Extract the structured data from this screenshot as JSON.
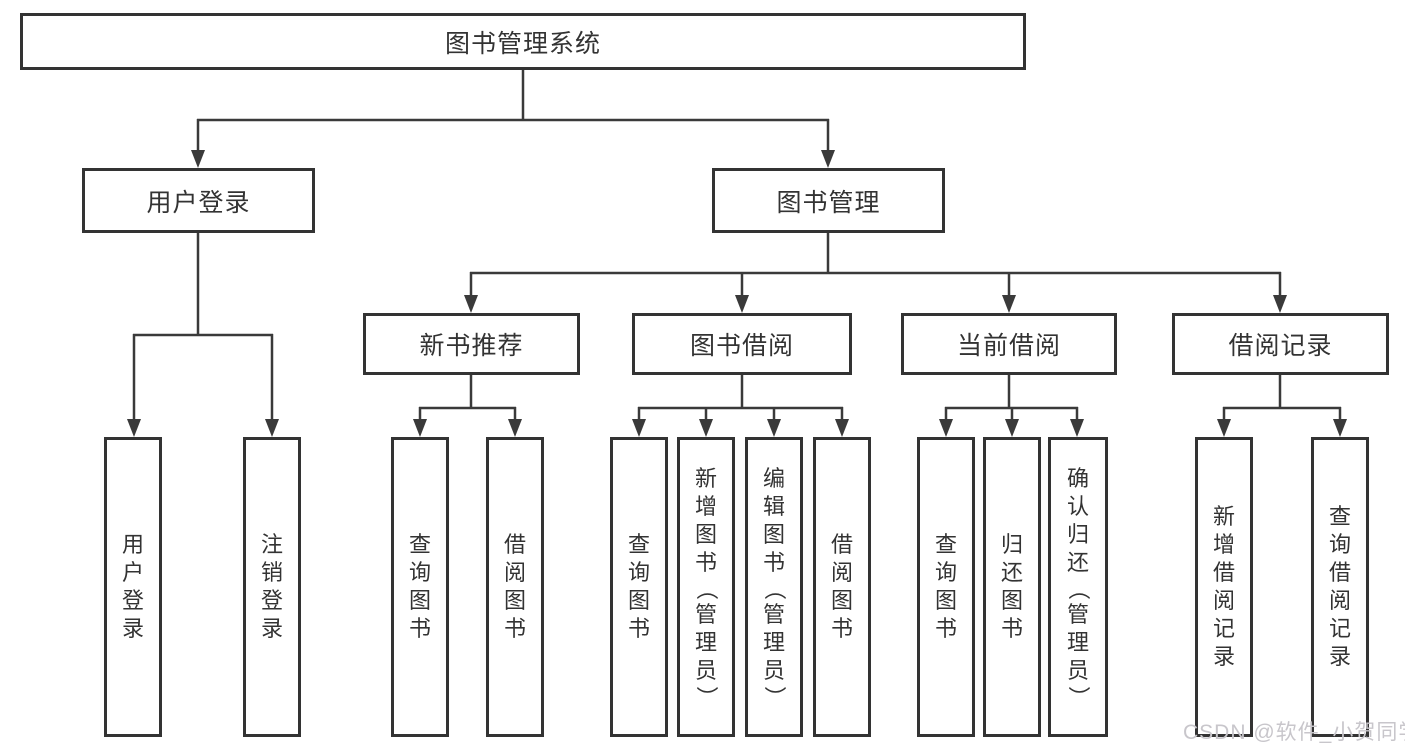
{
  "diagram": {
    "root": "图书管理系统",
    "level2": [
      "用户登录",
      "图书管理"
    ],
    "level3": [
      "新书推荐",
      "图书借阅",
      "当前借阅",
      "借阅记录"
    ],
    "leaves": {
      "login": [
        "用户登录",
        "注销登录"
      ],
      "recommend": [
        "查询图书",
        "借阅图书"
      ],
      "borrow": [
        "查询图书",
        "新增图书（管理员）",
        "编辑图书（管理员）",
        "借阅图书"
      ],
      "current": [
        "查询图书",
        "归还图书",
        "确认归还（管理员）"
      ],
      "record": [
        "新增借阅记录",
        "查询借阅记录"
      ]
    }
  },
  "watermark": "CSDN @软件_小贺同学",
  "colors": {
    "line": "#3a3a3a",
    "text": "#333333",
    "background": "#ffffff",
    "watermark": "#c8c6cb"
  }
}
